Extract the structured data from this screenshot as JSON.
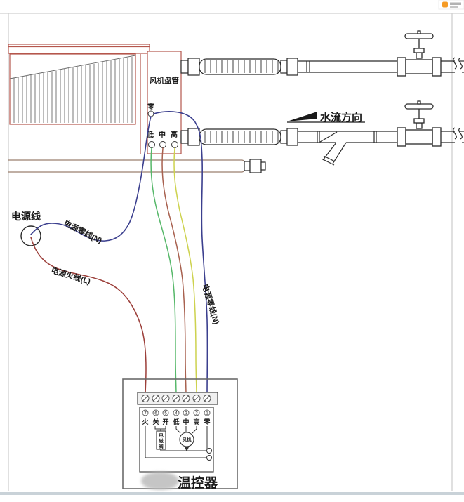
{
  "watermark": {
    "icon": "orange-logo-icon"
  },
  "fan_coil": {
    "label": "风机盘管",
    "terminals": {
      "neutral": "零",
      "low": "低",
      "mid": "中",
      "high": "高"
    }
  },
  "piping": {
    "flow_direction_label": "水流方向"
  },
  "power": {
    "label": "电源线",
    "neutral_wire_label": "电源零线(N)",
    "neutral_wire_label_right": "电源零线(N)",
    "live_wire_label": "电源火线(L)"
  },
  "wire_colors": {
    "neutral": "#3b3f8e",
    "live": "#9c3f3a",
    "low": "#57b86a",
    "mid": "#a8614f",
    "high": "#cdd24e"
  },
  "diagram_colors": {
    "fan_coil_outline": "#b5564d",
    "long_pipe": "#9b7f6e",
    "bottom_bar": "#c9d2d8"
  },
  "thermostat": {
    "label": "温控器",
    "terminals": [
      {
        "num": "7",
        "label": "火"
      },
      {
        "num": "6",
        "label": "关"
      },
      {
        "num": "5",
        "label": "开"
      },
      {
        "num": "4",
        "label": "低"
      },
      {
        "num": "3",
        "label": "中"
      },
      {
        "num": "2",
        "label": "高"
      },
      {
        "num": "1",
        "label": "零"
      }
    ],
    "solenoid_label": "电磁阀",
    "solenoid_chars": [
      "电",
      "磁",
      "阀"
    ],
    "fan_label": "风机"
  }
}
